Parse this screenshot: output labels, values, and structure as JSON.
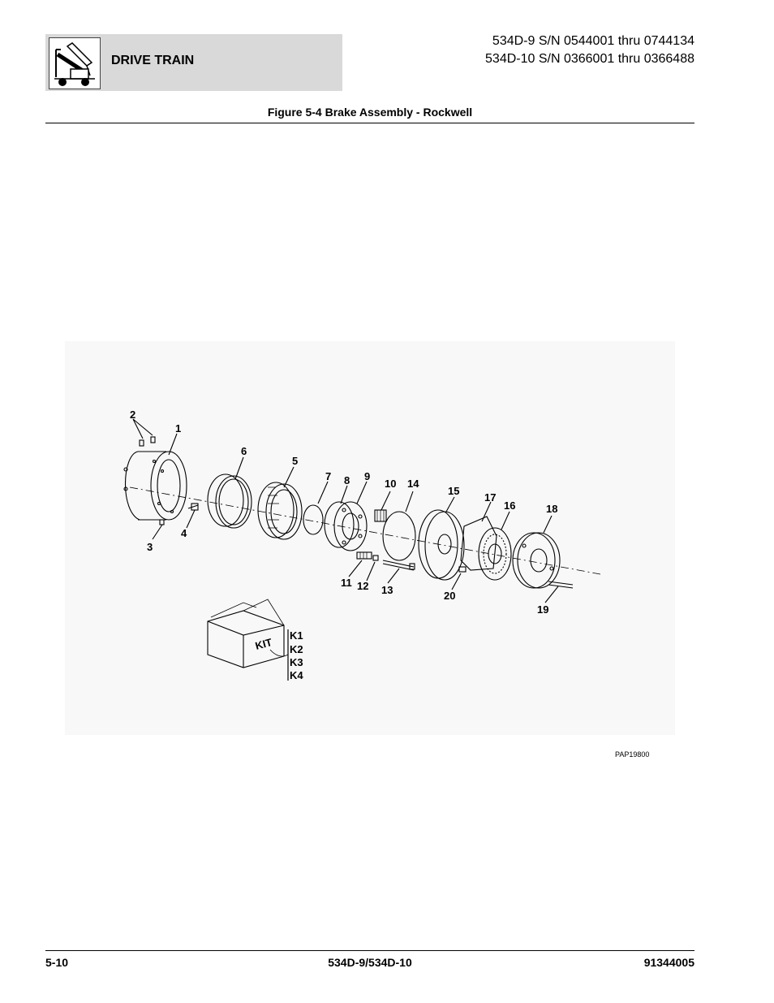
{
  "header": {
    "section_title": "DRIVE TRAIN",
    "serial_line_1": "534D-9 S/N 0544001 thru 0744134",
    "serial_line_2": "534D-10 S/N 0366001 thru 0366488",
    "icon": "telehandler-icon"
  },
  "figure": {
    "title": "Figure 5-4 Brake Assembly - Rockwell",
    "ref_code": "PAP19800",
    "callouts": [
      "1",
      "2",
      "3",
      "4",
      "5",
      "6",
      "7",
      "8",
      "9",
      "10",
      "11",
      "12",
      "13",
      "14",
      "15",
      "16",
      "17",
      "18",
      "19",
      "20"
    ],
    "kit_box_text": "KIT",
    "kit_labels": [
      "K1",
      "K2",
      "K3",
      "K4"
    ]
  },
  "footer": {
    "page_number": "5-10",
    "model": "534D-9/534D-10",
    "doc_number": "91344005"
  }
}
